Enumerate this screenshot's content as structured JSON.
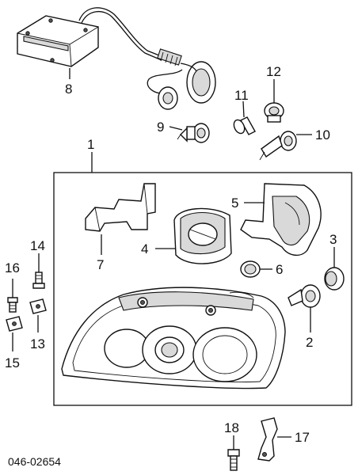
{
  "callouts": [
    {
      "id": "1",
      "text": "1"
    },
    {
      "id": "2",
      "text": "2"
    },
    {
      "id": "3",
      "text": "3"
    },
    {
      "id": "4",
      "text": "4"
    },
    {
      "id": "5",
      "text": "5"
    },
    {
      "id": "6",
      "text": "6"
    },
    {
      "id": "7",
      "text": "7"
    },
    {
      "id": "8",
      "text": "8"
    },
    {
      "id": "9",
      "text": "9"
    },
    {
      "id": "10",
      "text": "10"
    },
    {
      "id": "11",
      "text": "11"
    },
    {
      "id": "12",
      "text": "12"
    },
    {
      "id": "13",
      "text": "13"
    },
    {
      "id": "14",
      "text": "14"
    },
    {
      "id": "15",
      "text": "15"
    },
    {
      "id": "16",
      "text": "16"
    },
    {
      "id": "17",
      "text": "17"
    },
    {
      "id": "18",
      "text": "18"
    }
  ],
  "diagram_code": "046-02654"
}
